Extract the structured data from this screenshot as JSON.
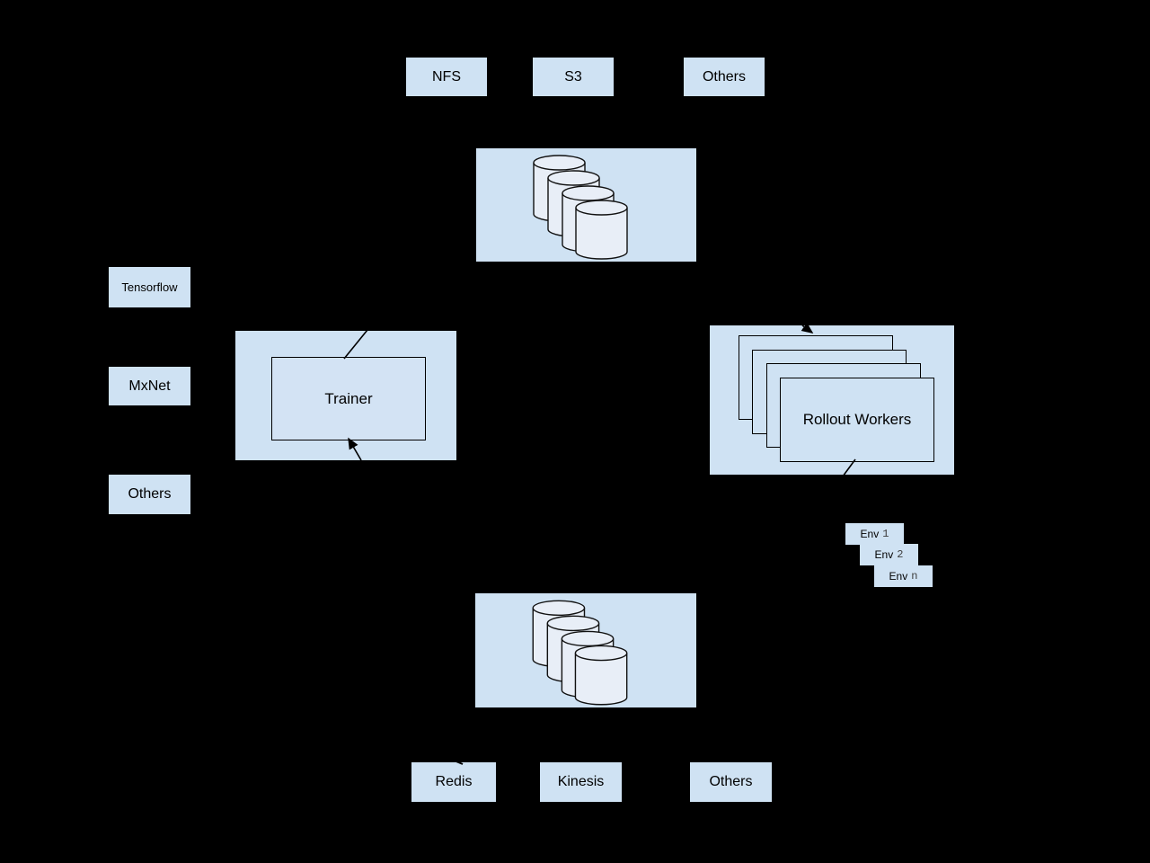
{
  "diagram": {
    "background": "#000000",
    "box_fill": "#cfe2f3",
    "cylinder_fill": "#e8eef7",
    "outline_color": "#000000"
  },
  "top_row": [
    {
      "label": "NFS"
    },
    {
      "label": "S3"
    },
    {
      "label": "Others"
    }
  ],
  "left_column": [
    {
      "label": "Tensorflow"
    },
    {
      "label": "MxNet"
    },
    {
      "label": "Others"
    }
  ],
  "trainer": {
    "label": "Trainer"
  },
  "rollout_workers": {
    "label": "Rollout Workers",
    "stack_count": 4
  },
  "environments": [
    {
      "prefix": "Env",
      "index": "1"
    },
    {
      "prefix": "Env",
      "index": "2"
    },
    {
      "prefix": "Env",
      "index": "n"
    }
  ],
  "storage_clusters": {
    "top_cylinder_count": 4,
    "bottom_cylinder_count": 4
  },
  "bottom_row": [
    {
      "label": "Redis"
    },
    {
      "label": "Kinesis"
    },
    {
      "label": "Others"
    }
  ]
}
